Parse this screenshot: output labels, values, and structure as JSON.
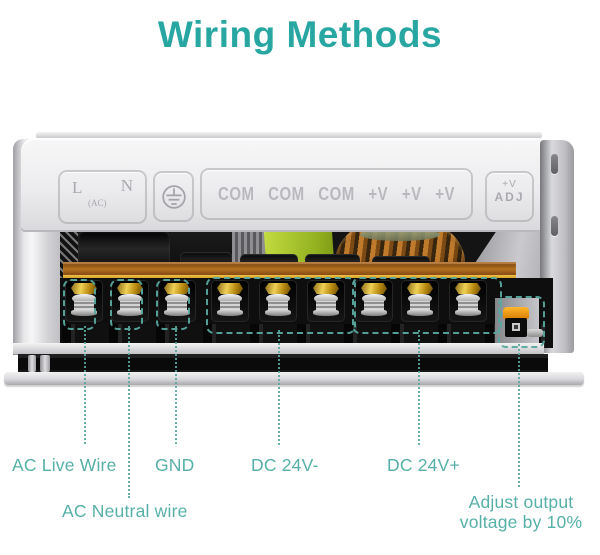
{
  "title": "Wiring Methods",
  "colors": {
    "title": "#28a7a2",
    "labels": "#56b0a8",
    "callout_lines": "#58a89f",
    "psu_cover": "#ececee",
    "copper_strip": "#b5721f",
    "terminal_brass": "#efd155",
    "potentiometer_orange": "#f09b10"
  },
  "psu_panel": {
    "input_box": {
      "live": "L",
      "ac": "(AC)",
      "neutral": "N"
    },
    "ground_icon": "earth-ground-icon",
    "output_labels": [
      "COM",
      "COM",
      "COM",
      "+V",
      "+V",
      "+V"
    ],
    "adj_box": {
      "line1": "+V",
      "line2": "ADJ"
    },
    "terminals_count": 9
  },
  "callouts": {
    "ac_live": "AC Live Wire",
    "ac_neutral": "AC Neutral wire",
    "gnd": "GND",
    "dc_negative": "DC 24V-",
    "dc_positive": "DC 24V+",
    "adjust_full": "Adjust output voltage by 10%",
    "adjust_line1": "Adjust output",
    "adjust_line2": "voltage by 10%"
  }
}
